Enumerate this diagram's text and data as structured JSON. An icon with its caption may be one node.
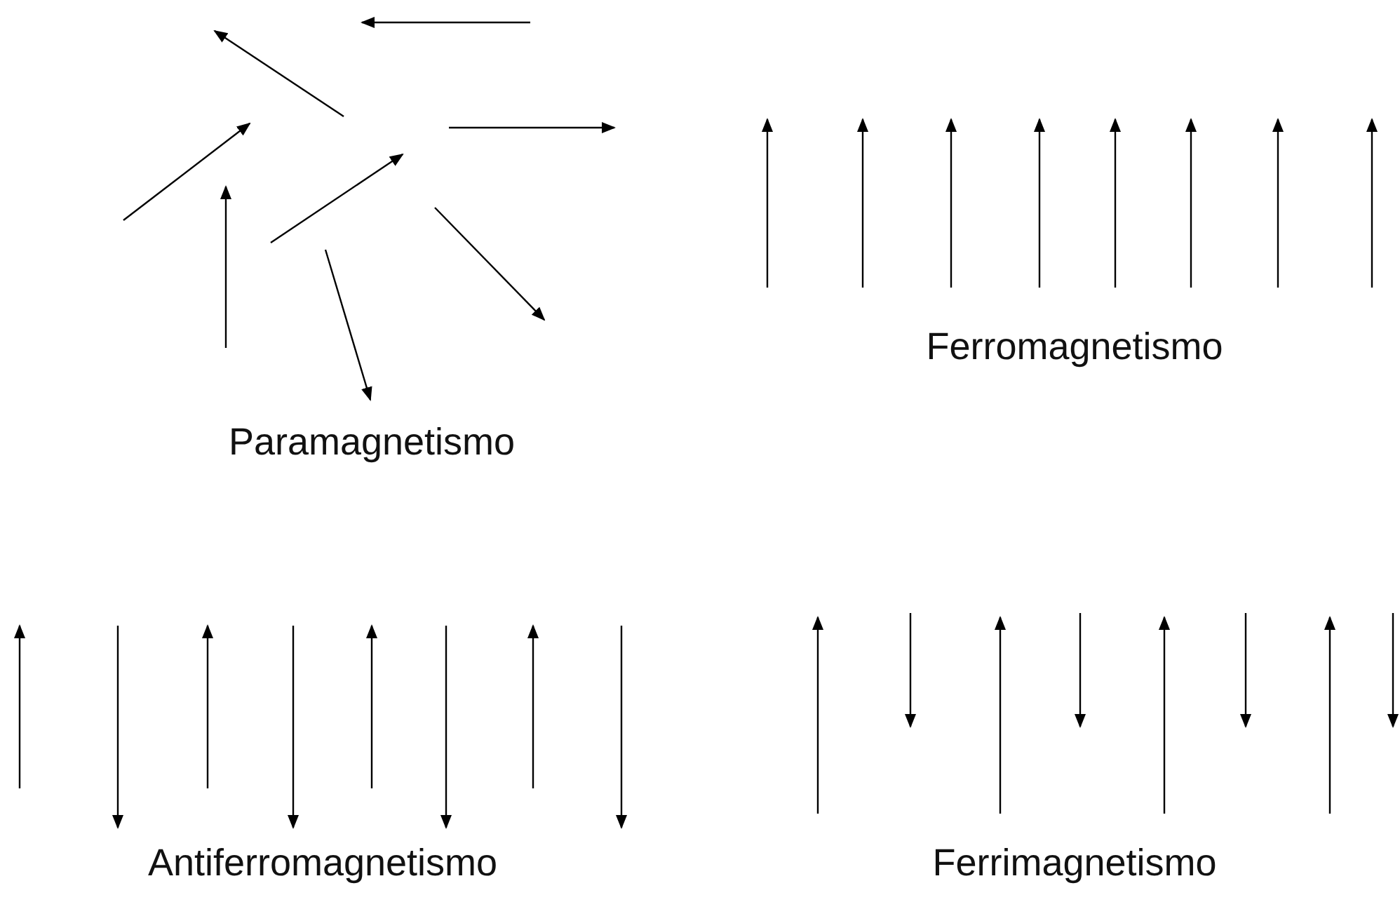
{
  "diagram": {
    "labels": [
      "Paramagnetismo",
      "Ferromagnetismo",
      "Antiferromagnetismo",
      "Ferrimagnetismo"
    ]
  }
}
